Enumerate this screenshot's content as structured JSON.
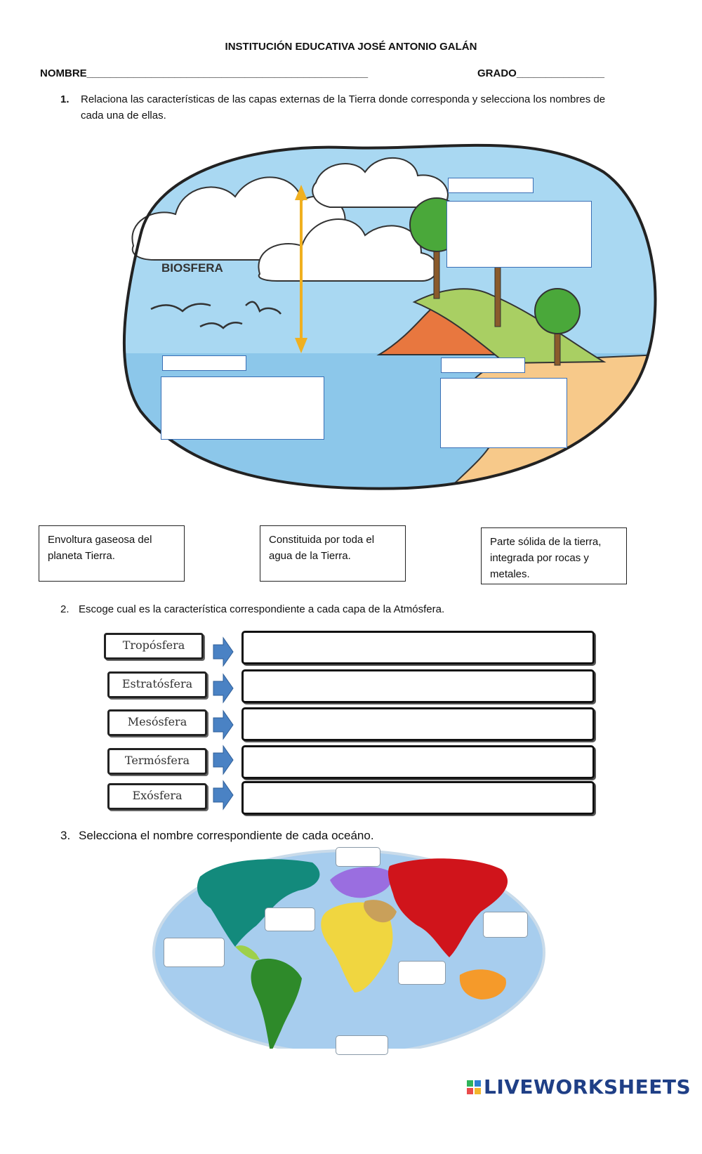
{
  "header": {
    "institution": "INSTITUCIÓN EDUCATIVA JOSÉ ANTONIO GALÁN",
    "name_label": "NOMBRE________________________________________________",
    "grade_label": "GRADO_______________"
  },
  "question1": {
    "number": "1.",
    "text_line1": "Relaciona las características de las capas externas de la Tierra donde corresponda y selecciona los nombres de",
    "text_line2": "cada una de ellas.",
    "diagram_label": "BIOSFERA",
    "descriptions": [
      "Envoltura gaseosa del planeta Tierra.",
      "Constituida por toda el agua de la Tierra.",
      "Parte sólida de la tierra, integrada por rocas y metales."
    ]
  },
  "question2": {
    "number": "2.",
    "text": "Escoge cual es la característica correspondiente a cada capa de la Atmósfera.",
    "layers": [
      "Tropósfera",
      "Estratósfera",
      "Mesósfera",
      "Termósfera",
      "Exósfera"
    ]
  },
  "question3": {
    "number": "3.",
    "text": "Selecciona el nombre correspondiente de cada oceáno."
  },
  "footer": {
    "logo": "LIVEWORKSHEETS"
  },
  "colors": {
    "sky": "#a9d8f2",
    "sea": "#8cc7ea",
    "sand": "#f7c98a",
    "grass": "#a9cf63",
    "cliff": "#e8773f",
    "box_border": "#3a6fb5",
    "arrow": "#4a82c4",
    "north_america": "#138a7c",
    "south_america": "#2e8a2a",
    "europe": "#9a6ee0",
    "africa": "#f0d640",
    "asia": "#d0141b",
    "middle_east": "#c9a05a",
    "australia": "#f59a2a",
    "ocean": "#a7cdee"
  }
}
